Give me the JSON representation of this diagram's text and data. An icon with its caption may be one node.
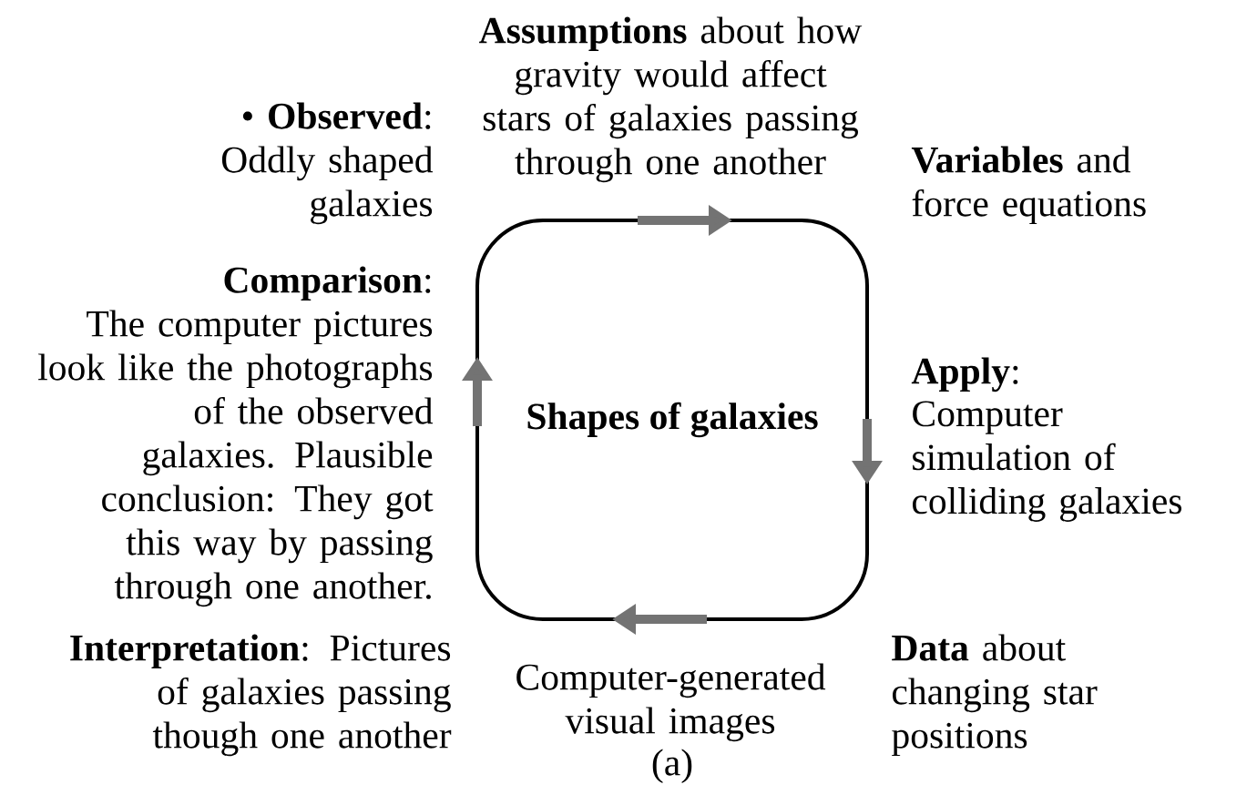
{
  "diagram": {
    "caption": "(a)",
    "nodes": [
      {
        "text": [
          "Shapes of galaxies"
        ]
      }
    ],
    "labels": [
      "**Assumptions** about how gravity would affect stars of galaxies passing through one another",
      "• **Observed**: Oddly shaped galaxies",
      "**Variables** and force equations",
      "**Comparison**:",
      "The computer pictures look like the photographs of the observed galaxies. Plausible conclusion: They got this way by passing through one another.",
      "**Apply**:",
      "Computer simulation of colliding galaxies",
      "**Interpretation**: Pictures of galaxies passing though one another",
      "Computer-generated visual images",
      "**Data** about changing star positions"
    ]
  }
}
